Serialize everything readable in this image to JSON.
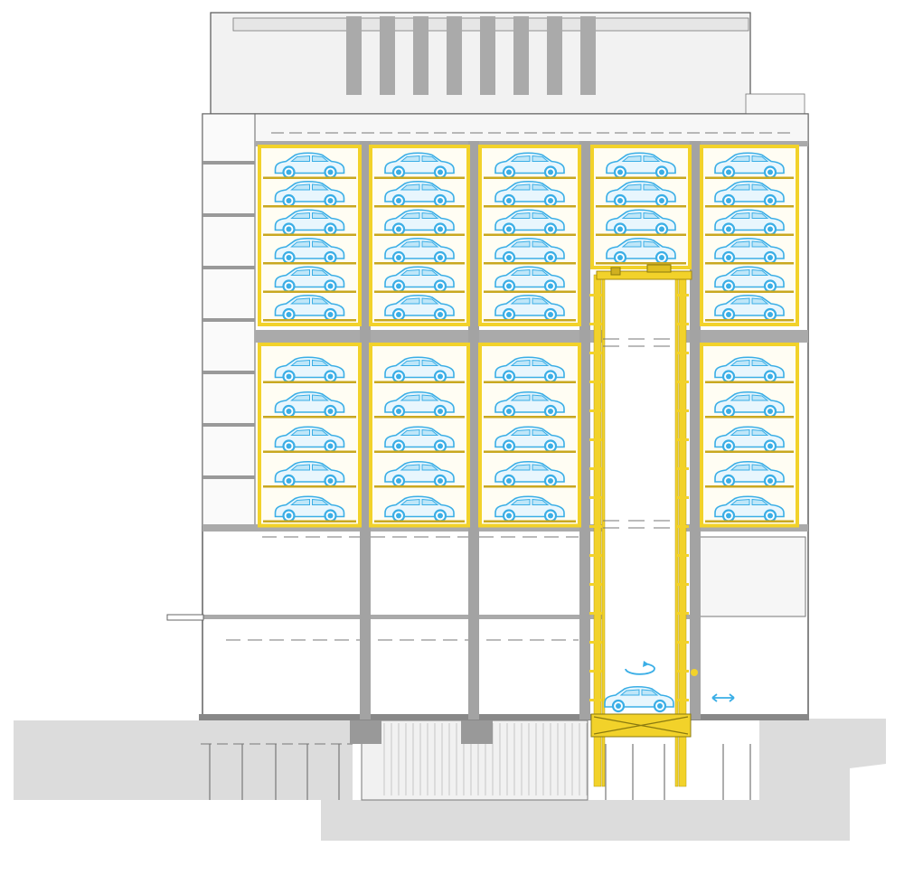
{
  "diagram": {
    "kind": "automated-parking-garage-section",
    "colors": {
      "steel_yellow": "#f2d22a",
      "car_blue": "#3aaee6",
      "concrete": "#9a9a9a",
      "ground": "#dcdcdc",
      "line": "#555555",
      "bay_fill": "#fffdf3"
    },
    "upper_bays": [
      {
        "name": "bay-1",
        "cars": 6
      },
      {
        "name": "bay-2",
        "cars": 6
      },
      {
        "name": "bay-3",
        "cars": 6
      },
      {
        "name": "bay-4",
        "cars": 4
      },
      {
        "name": "bay-5",
        "cars": 6
      }
    ],
    "lower_bays": [
      {
        "name": "bay-1",
        "cars": 5
      },
      {
        "name": "bay-2",
        "cars": 5
      },
      {
        "name": "bay-3",
        "cars": 5
      },
      {
        "name": "bay-5",
        "cars": 5
      }
    ],
    "lift": {
      "rotate_icon": "rotate-arrow-icon",
      "move_icon": "double-arrow-icon"
    }
  }
}
